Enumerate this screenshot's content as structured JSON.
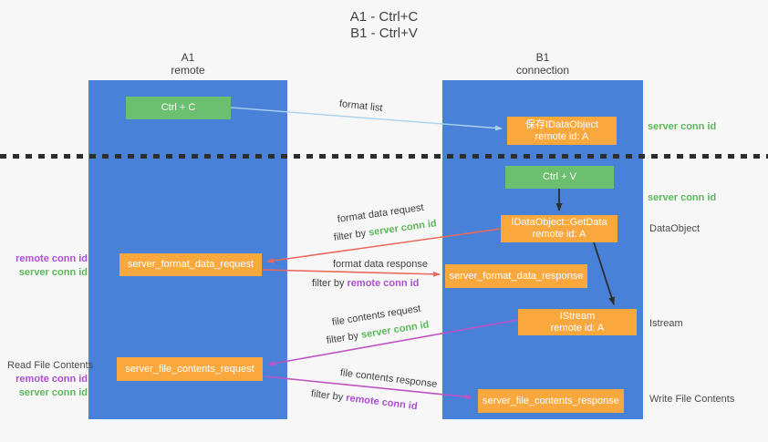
{
  "title": {
    "line1": "A1 - Ctrl+C",
    "line2": "B1 - Ctrl+V"
  },
  "lanes": {
    "a1": {
      "name": "A1",
      "sub": "remote"
    },
    "b1": {
      "name": "B1",
      "sub": "connection"
    }
  },
  "nodes": {
    "ctrl_c": {
      "label": "Ctrl + C"
    },
    "save_idataobject": {
      "line1": "保存IDataObject",
      "line2": "remote id: A"
    },
    "ctrl_v": {
      "label": "Ctrl + V"
    },
    "getdata": {
      "line1": "IDataObject::GetData",
      "line2": "remote id: A"
    },
    "format_request": {
      "label": "server_format_data_request"
    },
    "format_response": {
      "label": "server_format_data_response"
    },
    "istream": {
      "line1": "IStream",
      "line2": "remote id: A"
    },
    "file_request": {
      "label": "server_file_contents_request"
    },
    "file_response": {
      "label": "server_file_contents_response"
    }
  },
  "edge_labels": {
    "format_list": "format list",
    "format_data_request": "format data request",
    "format_data_response": "format data response",
    "file_contents_request": "file contents request",
    "file_contents_response": "file contents response",
    "filter_by": "filter by",
    "server_conn_id": "server conn id",
    "remote_conn_id": "remote conn id"
  },
  "side_labels": {
    "server_conn_id_top": "server conn id",
    "server_conn_id_mid": "server conn id",
    "dataobject": "DataObject",
    "istream": "Istream",
    "write_file_contents": "Write File Contents",
    "read_file_contents": "Read File Contents",
    "remote_conn_id_mid": "remote conn id",
    "server_conn_id_left_mid": "server conn id",
    "remote_conn_id_bottom": "remote conn id",
    "server_conn_id_bottom": "server conn id"
  },
  "colors": {
    "bg": "#f7f7f7",
    "lane-blue": "#4a81d8",
    "box-green": "#6cbf6e",
    "box-orange": "#f9a83e",
    "arrow-blue": "#a8d2ef",
    "arrow-red": "#e8685c",
    "arrow-magenta": "#bd53c4",
    "arrow-black": "#2d2d2d",
    "text-dark": "#3f3f3f",
    "text-gray": "#4a4a4a",
    "text-green": "#5cb85c",
    "text-purple": "#ad4fd2",
    "divider": "#2d2d2d"
  }
}
